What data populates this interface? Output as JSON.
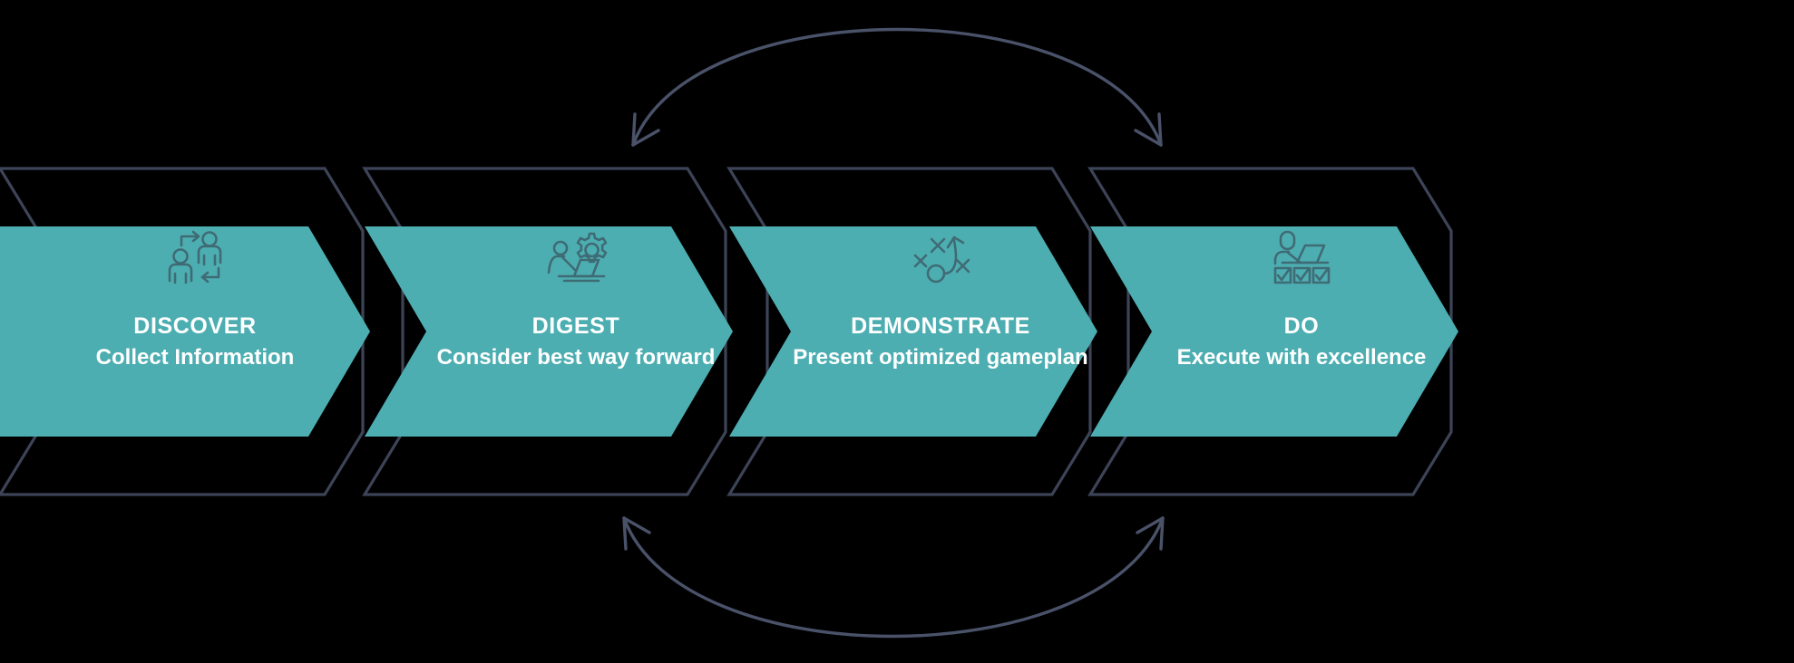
{
  "diagram": {
    "type": "process-cycle",
    "title_visible": false,
    "background_color": "#000000",
    "accent_color": "#4daeb2",
    "outline_color": "#3d4458",
    "arrow_color": "#4a5269",
    "label_color": "#ffffff",
    "icon_color": "#3f6b74"
  },
  "steps": [
    {
      "id": "discover",
      "title": "DISCOVER",
      "subtitle": "Collect Information",
      "icon": "two-people-exchange-icon"
    },
    {
      "id": "digest",
      "title": "DIGEST",
      "subtitle": "Consider best way forward",
      "icon": "people-laptop-gear-icon"
    },
    {
      "id": "demonstrate",
      "title": "DEMONSTRATE",
      "subtitle": "Present optimized gameplan",
      "icon": "strategy-playbook-icon"
    },
    {
      "id": "do",
      "title": "DO",
      "subtitle": "Execute with excellence",
      "icon": "person-laptop-checklist-icon"
    }
  ],
  "arcs": [
    {
      "id": "top-feedback-arc",
      "position": "top",
      "double_headed": true,
      "from_step": "digest",
      "to_step": "demonstrate"
    },
    {
      "id": "bottom-feedback-arc",
      "position": "bottom",
      "double_headed": true,
      "from_step": "digest",
      "to_step": "demonstrate"
    }
  ]
}
